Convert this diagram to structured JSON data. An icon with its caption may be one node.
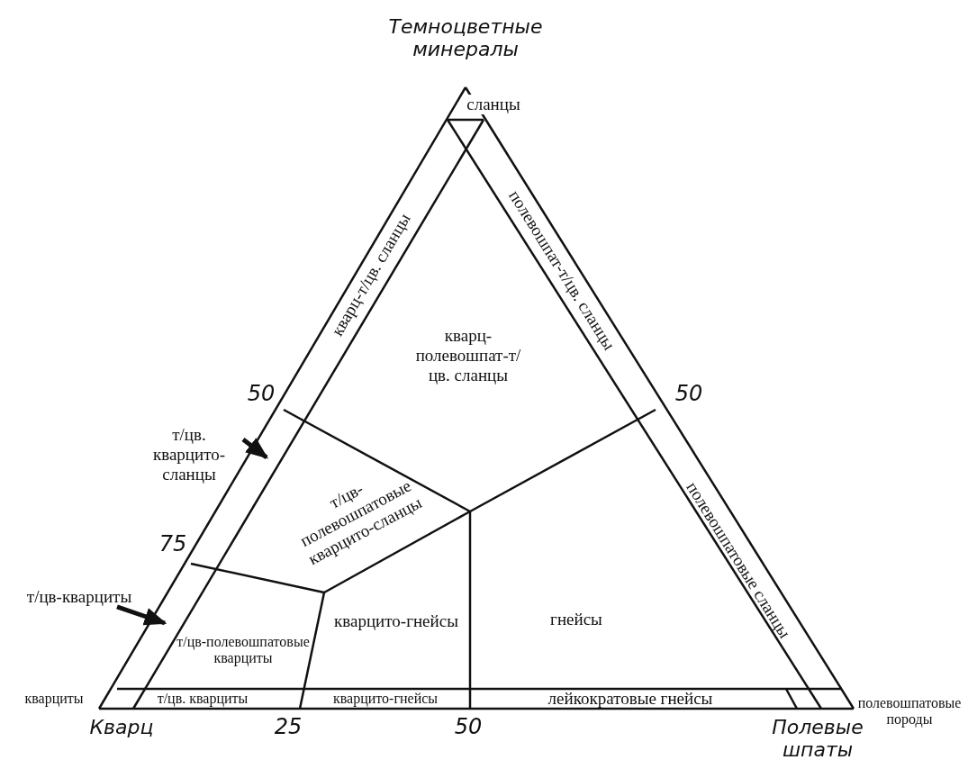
{
  "diagram": {
    "nodes": [
      {
        "text": [
          "т/цв. кварцито-сланцы"
        ]
      },
      {
        "text": [
          "т/цв-кварциты"
        ]
      }
    ],
    "edges": [
      {
        "from": 0,
        "to": null,
        "arrow": "to"
      },
      {
        "from": 1,
        "to": null,
        "arrow": "to"
      }
    ],
    "labels": [
      "Темноцветные минералы",
      "сланцы",
      "кварц-т/цв. сланцы",
      "полевошпат-т/цв. сланцы",
      "кварц-полевошпат-т/цв. сланцы",
      "50",
      "50",
      "т/цв-полевошпатовые кварцито-сланцы",
      "75",
      "кварцито-гнейсы",
      "гнейсы",
      "полевошпатовые сланцы",
      "т/цв-полевошпатовые кварциты",
      "кварциты",
      "т/цв. кварциты",
      "кварцито-гнейсы",
      "лейкократовые гнейсы",
      "полевошпатовые породы",
      "Кварц",
      "25",
      "50",
      "Полевые шпаты"
    ]
  }
}
